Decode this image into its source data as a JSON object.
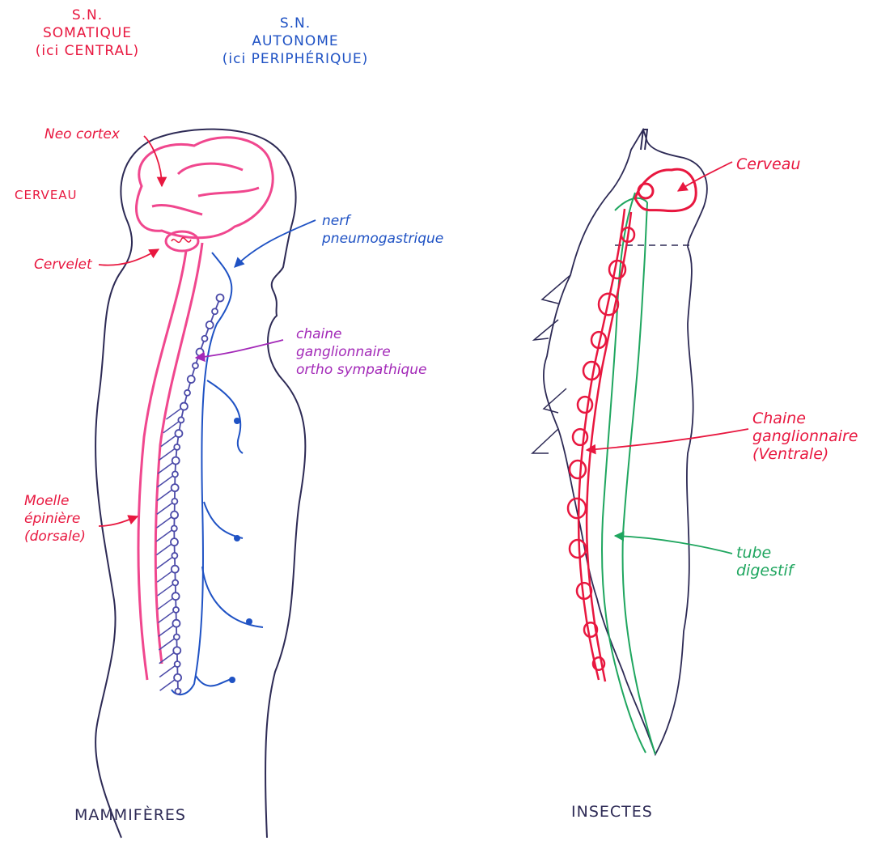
{
  "colors": {
    "somatic": "#e8173f",
    "autonomic": "#1f52c4",
    "sympathetic_chain": "#a329b8",
    "digestive": "#1fa65f",
    "outline": "#2d2a55",
    "spinal_cord": "#f0478e",
    "ganglion_chain": "#4b4aa8"
  },
  "header": {
    "somatic": "S.N.\nSOMATIQUE\n(ici CENTRAL)",
    "autonomic": "S.N.\nAUTONOME\n(ici PERIPHÉRIQUE)"
  },
  "mammal": {
    "caption": "MAMMIFÈRES",
    "neocortex": "Neo cortex",
    "cerveau": "CERVEAU",
    "cervelet": "Cervelet",
    "nerf": "nerf\npneumogastrique",
    "chaine": "chaine\nganglionnaire\northo sympathique",
    "moelle": "Moelle\népinière\n(dorsale)"
  },
  "insect": {
    "caption": "INSECTES",
    "cerveau": "Cerveau",
    "chaine": "Chaine\nganglionnaire\n(Ventrale)",
    "tube": "tube\ndigestif"
  }
}
